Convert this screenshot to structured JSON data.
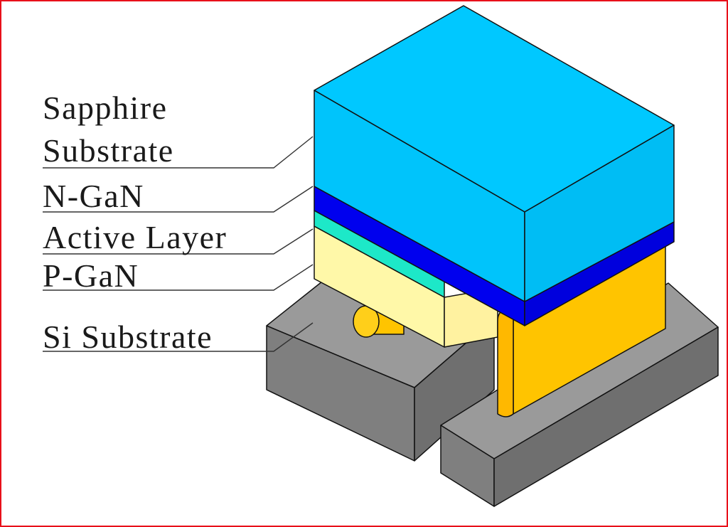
{
  "diagram": {
    "labels": {
      "sapphire_line1": "Sapphire",
      "sapphire_line2": "Substrate",
      "ngan": "N-GaN",
      "active": "Active Layer",
      "pgan": "P-GaN",
      "si": "Si Substrate"
    },
    "colors": {
      "border": "#e8101a",
      "sapphire": "#00c8ff",
      "ngan": "#0000ee",
      "active": "#1de8c8",
      "pgan": "#fff8a8",
      "gold": "#ffc400",
      "si": "#8c8c8c"
    }
  }
}
